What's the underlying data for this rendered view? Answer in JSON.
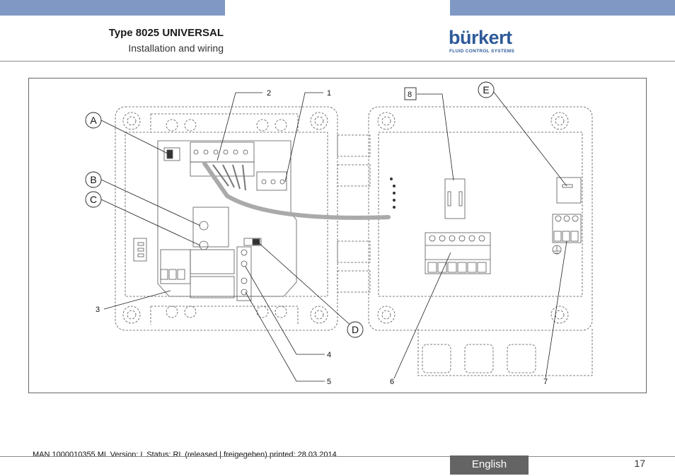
{
  "header": {
    "title": "Type 8025 UNIVERSAL",
    "subtitle": "Installation and wiring"
  },
  "logo": {
    "wordmark": "bürkert",
    "tagline": "FLUID CONTROL SYSTEMS"
  },
  "figure": {
    "callouts": {
      "n1": "1",
      "n2": "2",
      "n3": "3",
      "n4": "4",
      "n5": "5",
      "n6": "6",
      "n7": "7",
      "n8": "8",
      "A": "A",
      "B": "B",
      "C": "C",
      "D": "D",
      "E": "E"
    }
  },
  "footer": {
    "meta": "MAN  1000010355  ML  Version: L Status: RL (released | freigegeben)  printed: 28.03.2014",
    "language": "English",
    "page": "17"
  },
  "colors": {
    "header_bar": "#7f99c4",
    "brand_blue": "#2e5a99",
    "language_tab": "#646464"
  }
}
